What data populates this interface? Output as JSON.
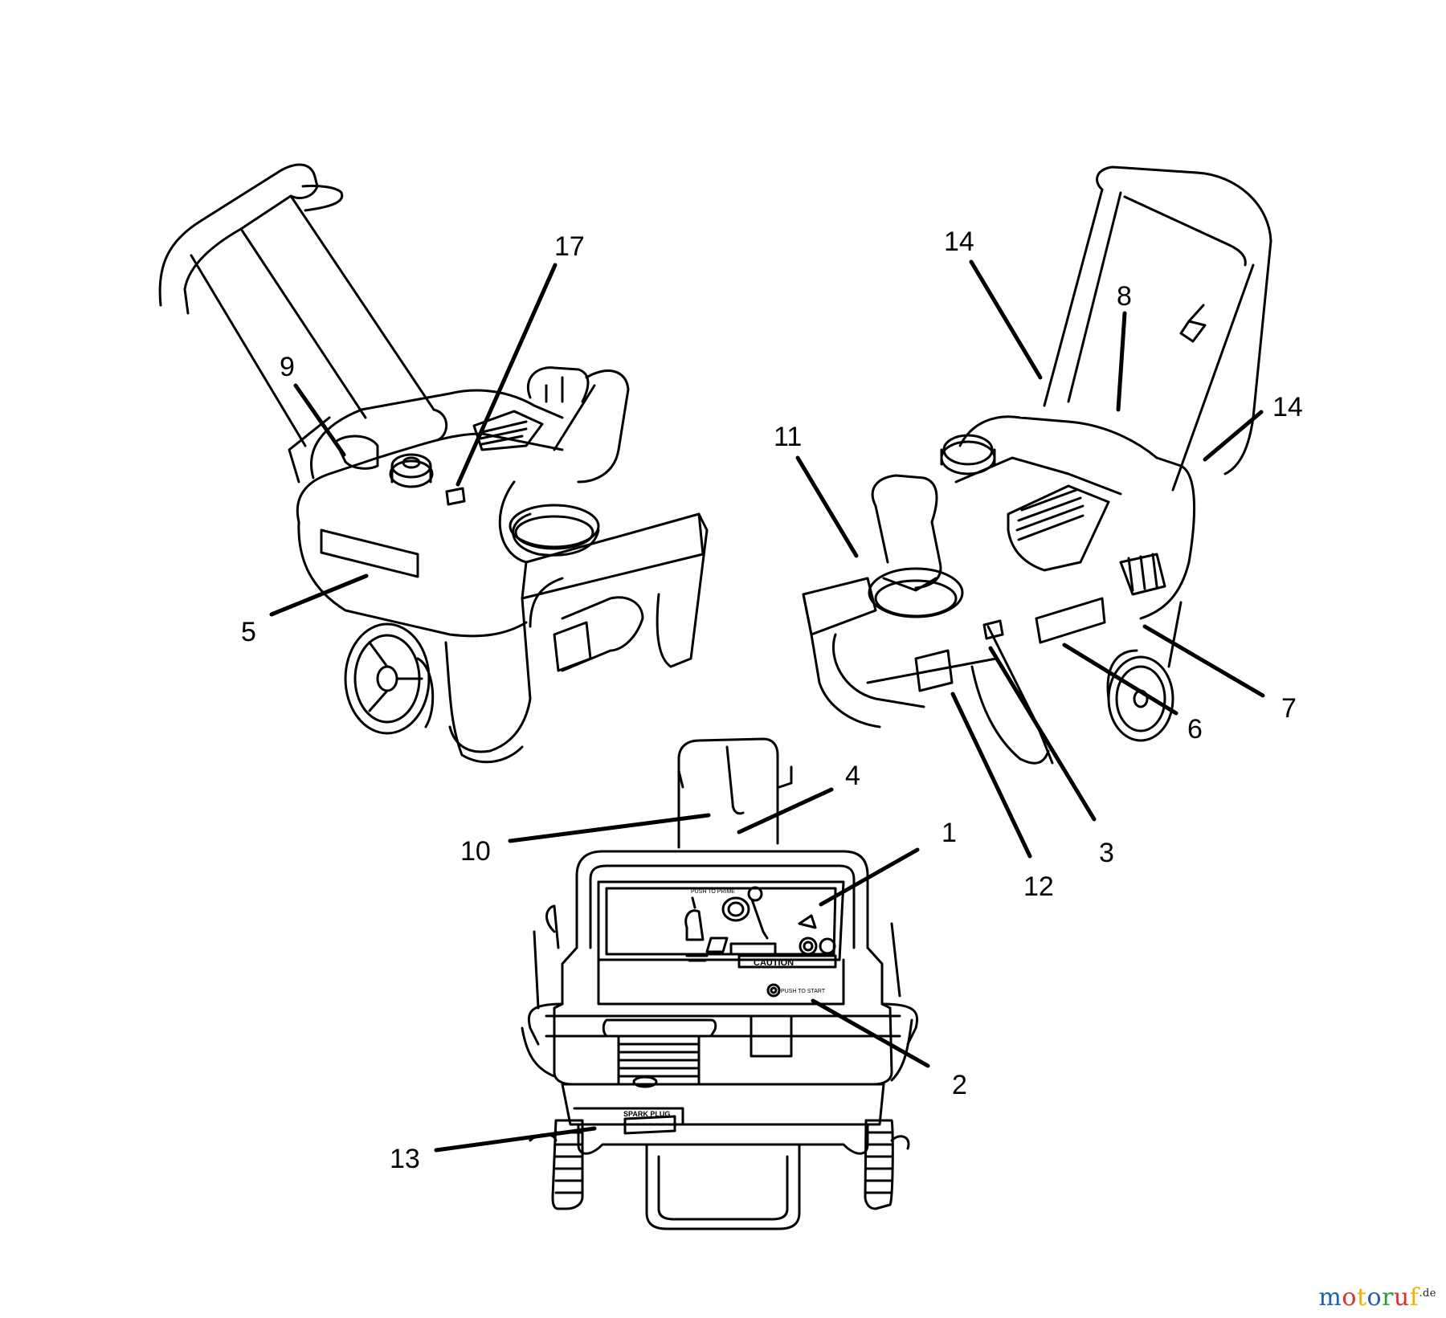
{
  "callouts": {
    "c1": "1",
    "c2": "2",
    "c3": "3",
    "c4": "4",
    "c5": "5",
    "c6": "6",
    "c7": "7",
    "c8": "8",
    "c9": "9",
    "c10": "10",
    "c11": "11",
    "c12": "12",
    "c13": "13",
    "c14a": "14",
    "c14b": "14",
    "c17": "17"
  },
  "panel_text": {
    "caution": "CAUTION",
    "plug": "SPARK PLUG",
    "prime": "PUSH TO PRIME",
    "push_start": "PUSH TO START"
  },
  "watermark": {
    "letters": [
      "m",
      "o",
      "t",
      "o",
      "r",
      "u",
      "f"
    ],
    "letter_colors": [
      "#1f5fb8",
      "#d9342b",
      "#f2b300",
      "#1f5fb8",
      "#2e9b3a",
      "#d9342b",
      "#f2b300"
    ],
    "tld": ".de"
  }
}
